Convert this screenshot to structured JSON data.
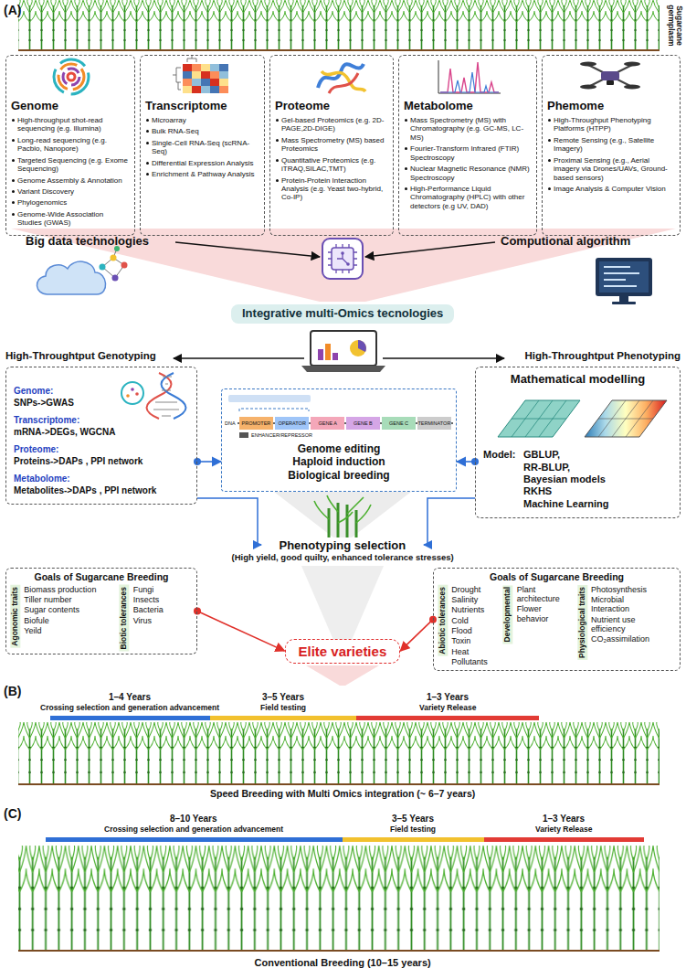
{
  "diagram": {
    "nodes": [
      {
        "text": [
          "Genome",
          "High-throughput shot-read sequencing (e.g. Illumina)",
          "Long-read sequencing (e.g. Pacbio, Nanopore)",
          "Targeted Sequencing (e.g. Exome Sequencing)",
          "Genome Assembly & Annotation",
          "Variant Discovery",
          "Phylogenomics",
          "Genome-Wide Association Studies (GWAS)"
        ]
      },
      {
        "text": [
          "Transcriptome",
          "Microarray",
          "Bulk RNA-Seq",
          "Single-Cell RNA-Seq (scRNA-Seq)",
          "Differential Expression Analysis",
          "Enrichment & Pathway Analysis"
        ]
      },
      {
        "text": [
          "Proteome",
          "Gel-based Proteomics (e.g. 2D-PAGE,2D-DIGE)",
          "Mass Spectrometry (MS) based Proteomics",
          "Quantitative Proteomics (e.g. iTRAQ,SILAC,TMT)",
          "Protein-Protein Interaction Analysis (e.g. Yeast two-hybrid, Co-IP)"
        ]
      },
      {
        "text": [
          "Metabolome",
          "Mass Spectrometry (MS) with Chromatography (e.g. GC-MS, LC-MS)",
          "Fourier-Transform Infrared (FTIR) Spectroscopy",
          "Nuclear Magnetic Resonance (NMR) Spectroscopy",
          "High-Performance Liquid Chromatography (HPLC) with other detectors (e.g UV, DAD)"
        ]
      },
      {
        "text": [
          "Phemome",
          "High-Throughput Phenotyping Platforms (HTPP)",
          "Remote Sensing (e.g., Satellite Imagery)",
          "Proximal Sensing (e.g., Aerial imagery via Drones/UAVs, Ground-based sensors)",
          "Image Analysis & Computer Vision"
        ]
      },
      {
        "text": [
          "Integrative multi-Omics tecnologies"
        ]
      },
      {
        "text": [
          "High-Throughtput Genotyping",
          "Genome:",
          "SNPs->GWAS",
          "Transcriptome:",
          "mRNA->DEGs, WGCNA",
          "Proteome:",
          "Proteins->DAPs , PPI network",
          "Metabolome:",
          "Metabolites->DAPs , PPI network"
        ]
      },
      {
        "text": [
          "High-Throughtput Phenotyping",
          "Mathematical modelling",
          "Model:",
          "GBLUP,",
          "RR-BLUP,",
          "Bayesian models",
          "RKHS",
          "Machine Learning"
        ]
      },
      {
        "text": [
          "Genome editing",
          "Haploid induction",
          "Biological breeding"
        ]
      },
      {
        "text": [
          "Goals of Sugarcane Breeding",
          "Agonomic traits",
          "Biomass production",
          "Tiller number",
          "Sugar contents",
          "Biofule",
          "Yeild",
          "Biotic tolerances",
          "Fungi",
          "Insects",
          "Bacteria",
          "Virus"
        ]
      },
      {
        "text": [
          "Goals of Sugarcane Breeding",
          "Abiotic tolerances",
          "Drought",
          "Salinity",
          "Nutrients",
          "Cold",
          "Flood",
          "Toxin",
          "Heat",
          "Pollutants",
          "Developmental",
          "Plant architecture",
          "Flower behavior",
          "Physiological traits",
          "Photosynthesis",
          "Microbial Interaction",
          "Nutrient use efficiency",
          "CO₂assimilation"
        ]
      },
      {
        "text": [
          "Elite varieties"
        ]
      }
    ],
    "edges": [
      {
        "from": 6,
        "to": 8,
        "arrow": "to"
      },
      {
        "from": 7,
        "to": 8,
        "arrow": "to"
      },
      {
        "from": 9,
        "to": 11,
        "arrow": "to"
      },
      {
        "from": 10,
        "to": 11,
        "arrow": "to"
      }
    ],
    "labels": [
      "(A)",
      "Sugarcane germplasm",
      "Big data technologies",
      "Computional algorithm",
      "DNA",
      "PROMOTER",
      "OPERATOR",
      "GENE A",
      "GENE B",
      "GENE C",
      "TERMINATOR",
      "ENHANCER/REPRESSOR",
      "Phenotyping selection",
      "(High yield, good quilty, enhanced tolerance stresses)",
      "(B)",
      "1–4 Years",
      "Crossing selection and generation advancement",
      "3–5 Years",
      "Field testing",
      "1–3 Years",
      "Variety Release",
      "Speed Breeding with Multi Omics integration (~ 6–7 years)",
      "(C)",
      "8–10 Years",
      "Crossing selection and generation advancement",
      "3–5 Years",
      "Field testing",
      "1–3 Years",
      "Variety Release",
      "Conventional Breeding (10–15 years)"
    ]
  }
}
